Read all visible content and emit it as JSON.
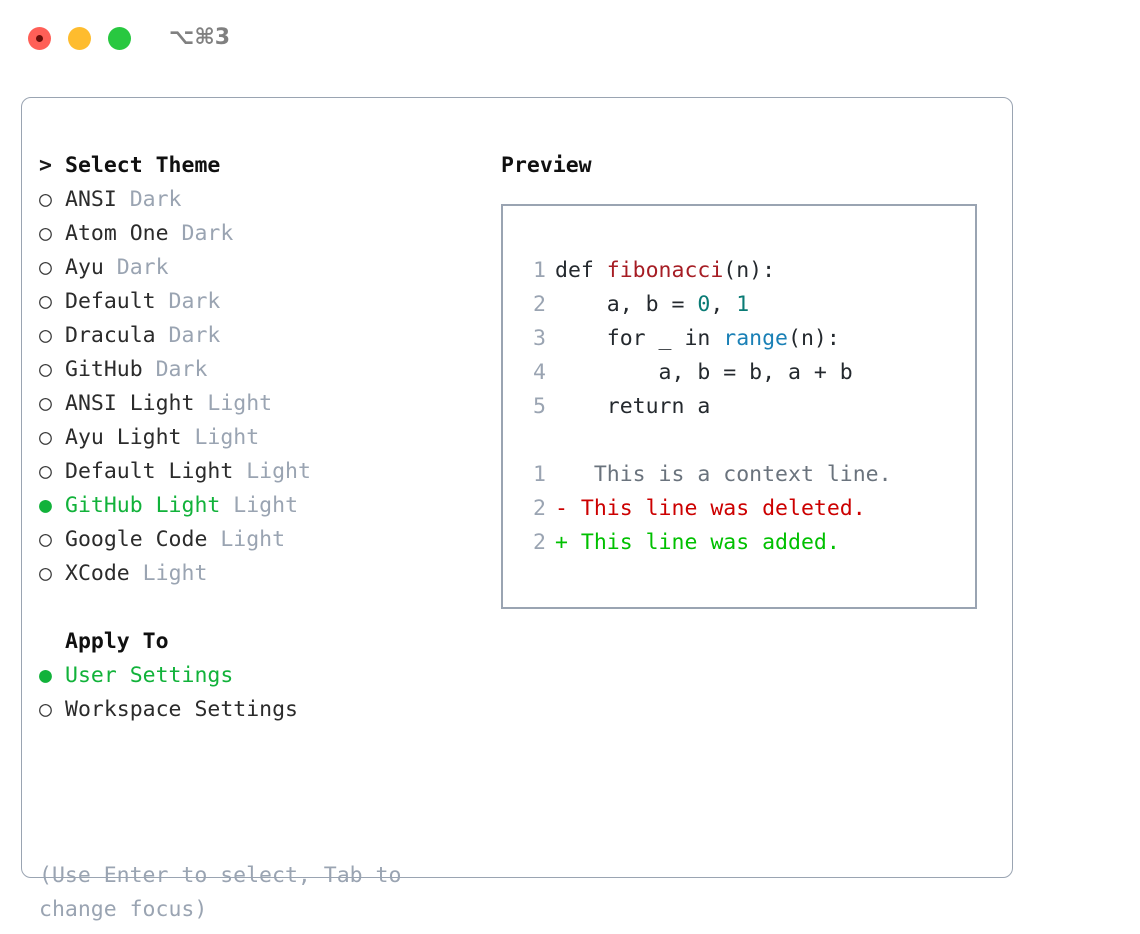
{
  "window": {
    "shortcut_label": "⌥⌘3",
    "traffic_lights": [
      "close",
      "minimize",
      "maximize"
    ],
    "colors": {
      "close": "#ff5f57",
      "minimize": "#febc2e",
      "maximize": "#28c840",
      "accent_green": "#11b23a",
      "muted": "#9aa4b2",
      "border": "#9aa4b2"
    }
  },
  "theme_list": {
    "header": {
      "marker": ">",
      "label": "Select Theme"
    },
    "items": [
      {
        "marker": "○",
        "label": "ANSI",
        "tag": "Dark",
        "selected": false
      },
      {
        "marker": "○",
        "label": "Atom One",
        "tag": "Dark",
        "selected": false
      },
      {
        "marker": "○",
        "label": "Ayu",
        "tag": "Dark",
        "selected": false
      },
      {
        "marker": "○",
        "label": "Default",
        "tag": "Dark",
        "selected": false
      },
      {
        "marker": "○",
        "label": "Dracula",
        "tag": "Dark",
        "selected": false
      },
      {
        "marker": "○",
        "label": "GitHub",
        "tag": "Dark",
        "selected": false
      },
      {
        "marker": "○",
        "label": "ANSI Light",
        "tag": "Light",
        "selected": false
      },
      {
        "marker": "○",
        "label": "Ayu Light",
        "tag": "Light",
        "selected": false
      },
      {
        "marker": "○",
        "label": "Default Light",
        "tag": "Light",
        "selected": false
      },
      {
        "marker": "●",
        "label": "GitHub Light",
        "tag": "Light",
        "selected": true
      },
      {
        "marker": "○",
        "label": "Google Code",
        "tag": "Light",
        "selected": false
      },
      {
        "marker": "○",
        "label": "XCode",
        "tag": "Light",
        "selected": false
      }
    ]
  },
  "apply_to": {
    "header": {
      "marker": " ",
      "label": "Apply To"
    },
    "items": [
      {
        "marker": "●",
        "label": "User Settings",
        "selected": true
      },
      {
        "marker": "○",
        "label": "Workspace Settings",
        "selected": false
      }
    ]
  },
  "hint": "(Use Enter to select, Tab to change focus)",
  "preview": {
    "title": "Preview",
    "code_lines": [
      {
        "no": "1",
        "tokens": [
          {
            "t": "def ",
            "c": "tok-def"
          },
          {
            "t": "fibonacci",
            "c": "tok-fn"
          },
          {
            "t": "(n):",
            "c": "tok-plain"
          }
        ]
      },
      {
        "no": "2",
        "tokens": [
          {
            "t": "    a, b = ",
            "c": "tok-plain"
          },
          {
            "t": "0",
            "c": "tok-num"
          },
          {
            "t": ", ",
            "c": "tok-plain"
          },
          {
            "t": "1",
            "c": "tok-num"
          }
        ]
      },
      {
        "no": "3",
        "tokens": [
          {
            "t": "    for _ in ",
            "c": "tok-plain"
          },
          {
            "t": "range",
            "c": "tok-call"
          },
          {
            "t": "(n):",
            "c": "tok-plain"
          }
        ]
      },
      {
        "no": "4",
        "tokens": [
          {
            "t": "        a, b = b, a + b",
            "c": "tok-plain"
          }
        ]
      },
      {
        "no": "5",
        "tokens": [
          {
            "t": "    return a",
            "c": "tok-plain"
          }
        ]
      }
    ],
    "diff_lines": [
      {
        "no": "1",
        "marker": " ",
        "text": "  This is a context line.",
        "kind": "diff-ctx"
      },
      {
        "no": "2",
        "marker": "-",
        "text": " This line was deleted.",
        "kind": "diff-del"
      },
      {
        "no": "2",
        "marker": "+",
        "text": " This line was added.",
        "kind": "diff-add"
      }
    ]
  }
}
